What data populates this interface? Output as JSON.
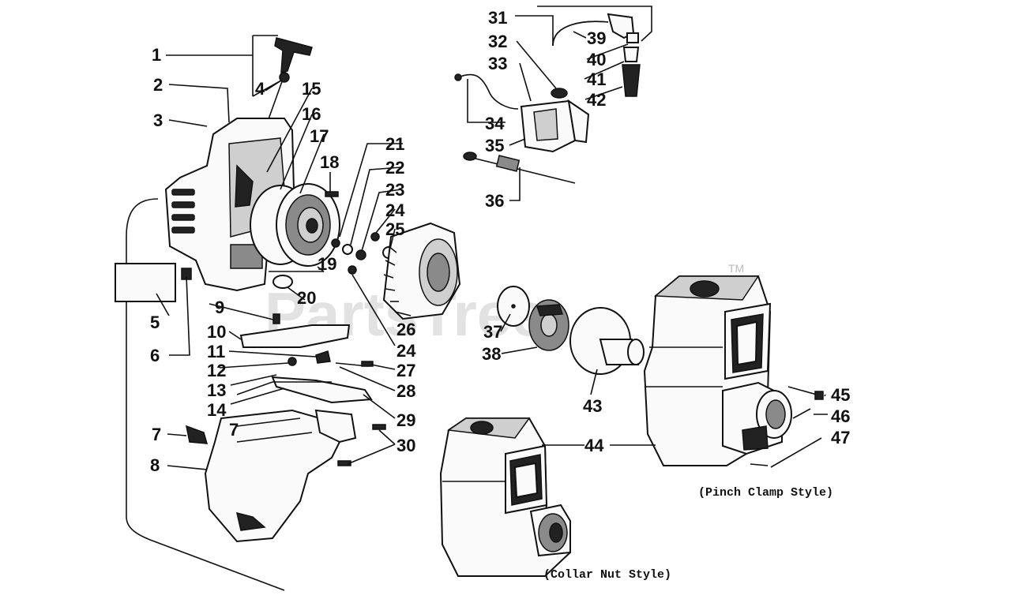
{
  "watermark": {
    "text": "PartsTree",
    "trademark": "TM"
  },
  "captions": {
    "pinch_clamp": "(Pinch Clamp Style)",
    "collar_nut": "(Collar Nut Style)"
  },
  "callouts": [
    "1",
    "2",
    "3",
    "4",
    "5",
    "6",
    "7",
    "7",
    "8",
    "9",
    "10",
    "11",
    "12",
    "13",
    "14",
    "15",
    "16",
    "17",
    "18",
    "19",
    "20",
    "21",
    "22",
    "23",
    "24",
    "24",
    "25",
    "26",
    "27",
    "28",
    "29",
    "30",
    "31",
    "32",
    "33",
    "34",
    "35",
    "36",
    "37",
    "38",
    "39",
    "40",
    "41",
    "42",
    "43",
    "44",
    "45",
    "46",
    "47"
  ]
}
